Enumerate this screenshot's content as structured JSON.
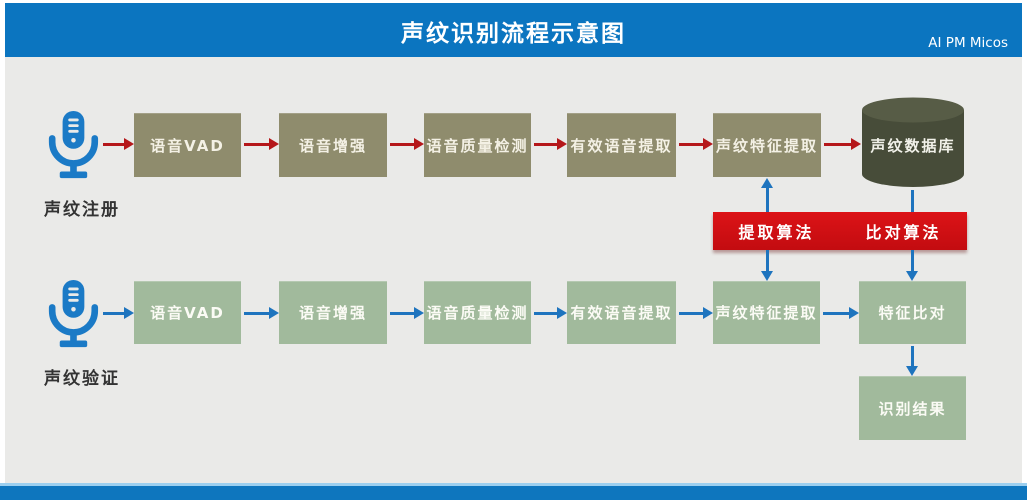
{
  "header": {
    "title": "声纹识别流程示意图",
    "brand": "AI PM Micos"
  },
  "flows": [
    {
      "label": "声纹注册",
      "steps": [
        "语音VAD",
        "语音增强",
        "语音质量检测",
        "有效语音提取",
        "声纹特征提取"
      ],
      "end": "声纹数据库"
    },
    {
      "label": "声纹验证",
      "steps": [
        "语音VAD",
        "语音增强",
        "语音质量检测",
        "有效语音提取",
        "声纹特征提取"
      ],
      "end": "特征比对",
      "result": "识别结果"
    }
  ],
  "algorithm_bar": {
    "left": "提取算法",
    "right": "比对算法"
  },
  "icons": {
    "microphone": "microphone-icon",
    "database": "database-cylinder-icon"
  },
  "colors": {
    "header_blue": "#0B75C0",
    "footer_blue": "#0E76BE",
    "footer_light_edge": "#9CCFEF",
    "content_background": "#EAEAE8",
    "register_box": "#8F8C6D",
    "verify_box": "#A1BA9C",
    "database_body": "#474C39",
    "database_top": "#575C46",
    "algorithm_bar_red": "#CE1014",
    "arrow_red": "#B5171A",
    "arrow_blue": "#1E74BE",
    "mic_blue": "#1B7AC6"
  }
}
